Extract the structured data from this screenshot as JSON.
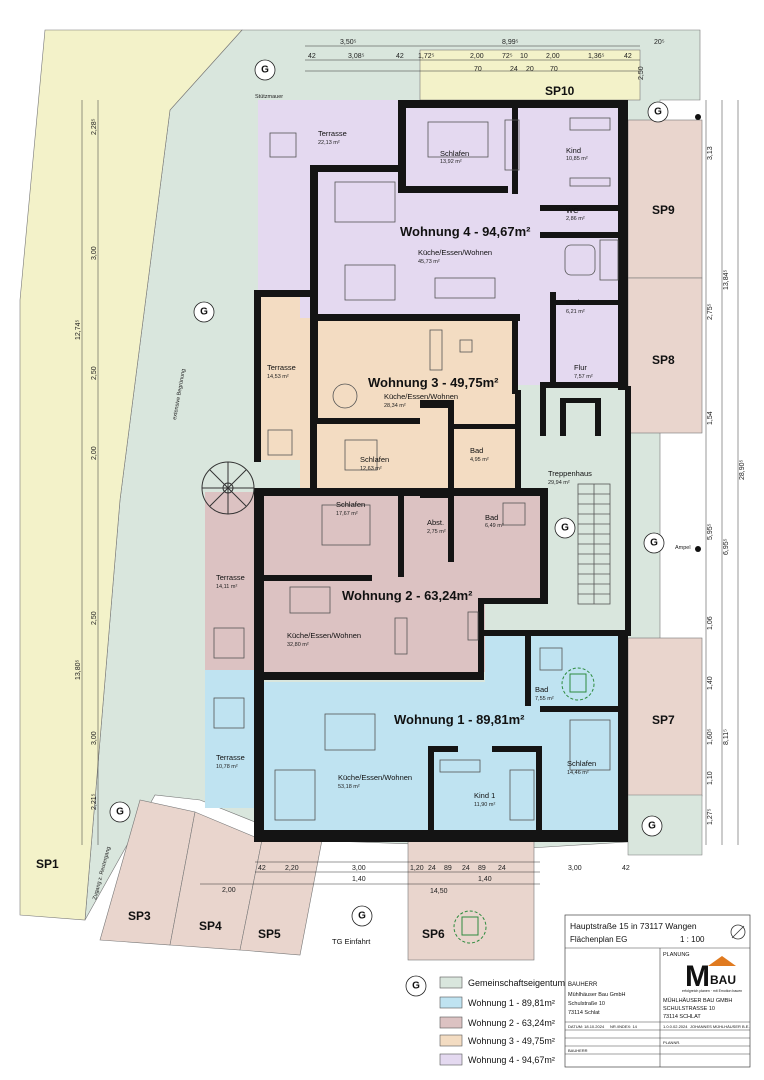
{
  "colors": {
    "common": "#d9e6dd",
    "w1": "#bfe3f1",
    "w2": "#dcc2c2",
    "w3": "#f3dcc2",
    "w4": "#e4d9f0",
    "sp": "#e9d5cd",
    "sp_yellow": "#f3f2c9"
  },
  "apartments": {
    "w4": {
      "title": "Wohnung 4 - 94,67m²"
    },
    "w3": {
      "title": "Wohnung 3 - 49,75m²"
    },
    "w2": {
      "title": "Wohnung 2 - 63,24m²"
    },
    "w1": {
      "title": "Wohnung 1 - 89,81m²"
    }
  },
  "rooms": {
    "w4_terrasse": {
      "name": "Terrasse",
      "area": "22,13 m²"
    },
    "w4_schlafen": {
      "name": "Schlafen",
      "area": "13,92 m²"
    },
    "w4_kind": {
      "name": "Kind",
      "area": "10,85 m²"
    },
    "w4_wc": {
      "name": "WC",
      "area": "2,86 m²"
    },
    "w4_kew": {
      "name": "Küche/Essen/Wohnen",
      "area": "45,73 m²"
    },
    "w4_bad": {
      "name": "Bad",
      "area": "6,21 m²"
    },
    "w4_flur": {
      "name": "Flur",
      "area": "7,57 m²"
    },
    "w3_terrasse": {
      "name": "Terrasse",
      "area": "14,53 m²"
    },
    "w3_kew": {
      "name": "Küche/Essen/Wohnen",
      "area": "28,34 m²"
    },
    "w3_schlafen": {
      "name": "Schlafen",
      "area": "12,63 m²"
    },
    "w3_bad": {
      "name": "Bad",
      "area": "4,95 m²"
    },
    "treppenhaus": {
      "name": "Treppenhaus",
      "area": "29,94 m²"
    },
    "w2_schlafen": {
      "name": "Schlafen",
      "area": "17,67 m²"
    },
    "w2_abst": {
      "name": "Abst.",
      "area": "2,75 m²"
    },
    "w2_bad": {
      "name": "Bad",
      "area": "6,49 m²"
    },
    "w2_terrasse": {
      "name": "Terrasse",
      "area": "14,11 m²"
    },
    "w2_kew": {
      "name": "Küche/Essen/Wohnen",
      "area": "32,80 m²"
    },
    "w1_bad": {
      "name": "Bad",
      "area": "7,55 m²"
    },
    "w1_terrasse": {
      "name": "Terrasse",
      "area": "10,78 m²"
    },
    "w1_kew": {
      "name": "Küche/Essen/Wohnen",
      "area": "53,18 m²"
    },
    "w1_kind": {
      "name": "Kind 1",
      "area": "11,90 m²"
    },
    "w1_schlafen": {
      "name": "Schlafen",
      "area": "14,46 m²"
    }
  },
  "parking": {
    "sp1": "SP1",
    "sp3": "SP3",
    "sp4": "SP4",
    "sp5": "SP5",
    "sp6": "SP6",
    "sp7": "SP7",
    "sp8": "SP8",
    "sp9": "SP9",
    "sp10": "SP10"
  },
  "site": {
    "g_marker": "G",
    "stuetzmauer": "Stützmauer",
    "begruenung": "extensive Begrünung",
    "zugang": "Zugang z. Reutergang",
    "tg_einfahrt": "TG Einfahrt",
    "ampel": "Ampel"
  },
  "dims": {
    "top_350": "3,50⁵",
    "top_899": "8,99⁵",
    "top_20": "20⁵",
    "top_42a": "42",
    "top_308": "3,08⁵",
    "top_42b": "42",
    "top_172": "1,72⁵",
    "top_200a": "2,00",
    "top_72": "72⁵",
    "top_10": "10",
    "top_200b": "2,00",
    "top_136": "1,36⁵",
    "top_42c": "42",
    "top_70a": "70",
    "top_24": "24",
    "top_20b": "20",
    "top_70b": "70",
    "top_250": "2,50",
    "bot_42": "42",
    "bot_220": "2,20",
    "bot_300a": "3,00",
    "bot_120": "1,20",
    "bot_24a": "24",
    "bot_89a": "89",
    "bot_24b": "24",
    "bot_89b": "89",
    "bot_24c": "24",
    "bot_300b": "3,00",
    "bot_42b": "42",
    "bot_140a": "1,40",
    "bot_140b": "1,40",
    "bot_200": "2,00",
    "bot_1450": "14,50",
    "left_1274": "12,74⁵",
    "left_1380": "13,80⁵",
    "left_228": "2,28⁵",
    "left_300a": "3,00",
    "left_250a": "2,50",
    "left_200a": "2,00",
    "left_250b": "2,50",
    "left_300b": "3,00",
    "left_221": "2,21⁵",
    "right_2890": "28,90⁵",
    "right_1384": "13,84⁵",
    "right_695": "6,95⁵",
    "right_811": "8,11⁵",
    "right_313": "3,13",
    "right_275": "2,75⁵",
    "right_154": "1,54",
    "right_595": "5,95⁵",
    "right_106": "1,06",
    "right_140": "1,40",
    "right_160": "1,60⁵",
    "right_110": "1,10",
    "right_127": "1,27⁵"
  },
  "legend": [
    {
      "label": "Gemeinschaftseigentum",
      "color": "#d9e6dd"
    },
    {
      "label": "Wohnung 1 - 89,81m²",
      "color": "#bfe3f1"
    },
    {
      "label": "Wohnung 2 - 63,24m²",
      "color": "#dcc2c2"
    },
    {
      "label": "Wohnung 3 - 49,75m²",
      "color": "#f3dcc2"
    },
    {
      "label": "Wohnung 4 - 94,67m²",
      "color": "#e4d9f0"
    }
  ],
  "titleblock": {
    "address": "Hauptstraße 15 in 73117 Wangen",
    "plan": "Flächenplan EG",
    "scale": "1 : 100",
    "planung": "PLANUNG",
    "logo_m": "M",
    "logo_bau": "BAU",
    "logo_sub": "erfolgreich planen · mit Emotion bauen",
    "bauherr_head": "BAUHERR",
    "bauherr_1": "Mühlhäuser Bau GmbH",
    "bauherr_2": "Schulstraße 10",
    "bauherr_3": "73114 Schlat",
    "company_1": "MÜHLHÄUSER BAU GMBH",
    "company_2": "SCHULSTRASSE 10",
    "company_3": "73114 SCHLAT",
    "datum": "DATUM: 18.10.2024",
    "index": "NR./INDEX: 14",
    "row2_a": "1.0.0.02.2024",
    "row2_b": "JOHANNES MÜHLHÄUSER B.E.",
    "row3": "PLANNR.",
    "row4": "BAUHERR"
  }
}
